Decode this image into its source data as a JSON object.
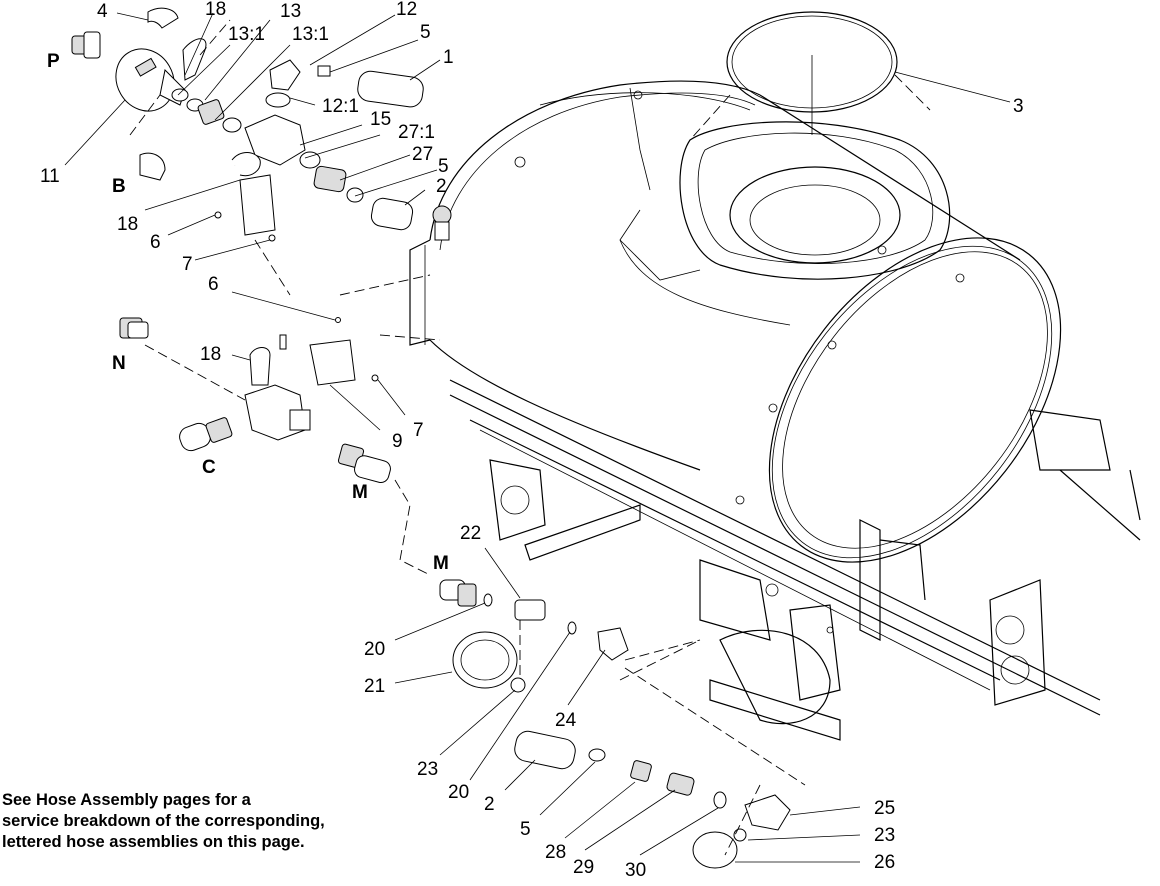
{
  "labels": {
    "l4": "4",
    "l18a": "18",
    "l13a": "13",
    "l12a": "12",
    "l5a": "5",
    "l13_1a": "13:1",
    "l13_1b": "13:1",
    "l1": "1",
    "lP": "P",
    "l12_1": "12:1",
    "l3": "3",
    "l15": "15",
    "l27_1": "27:1",
    "l27": "27",
    "l5b": "5",
    "l11": "11",
    "lB": "B",
    "l2a": "2",
    "l18b": "18",
    "l6a": "6",
    "l7a": "7",
    "l6b": "6",
    "lN": "N",
    "l18c": "18",
    "l9": "9",
    "l7b": "7",
    "lC": "C",
    "lMa": "M",
    "l22": "22",
    "lMb": "M",
    "l20a": "20",
    "l21": "21",
    "l24": "24",
    "l23a": "23",
    "l20b": "20",
    "l2b": "2",
    "l5c": "5",
    "l28": "28",
    "l29": "29",
    "l30": "30",
    "l25": "25",
    "l23b": "23",
    "l26": "26"
  },
  "note": {
    "line1": "See Hose Assembly pages for a",
    "line2": "service breakdown of the corresponding,",
    "line3": "lettered hose assemblies on this page."
  }
}
